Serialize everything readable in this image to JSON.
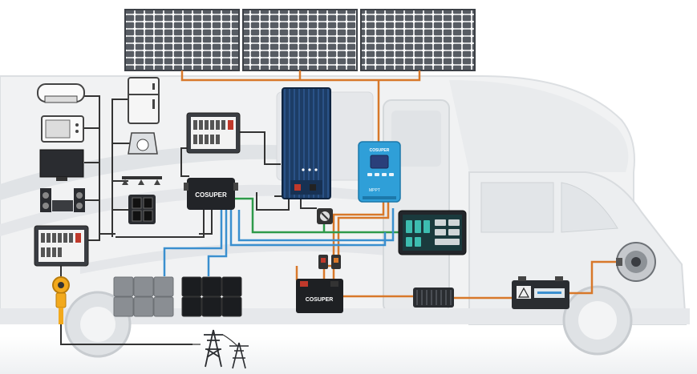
{
  "diagram": {
    "brand_inverter_hub": "COSUPER",
    "brand_battery": "COSUPER",
    "brand_controller": "COSUPER",
    "controller_caption": "MPPT",
    "colors": {
      "solar_wire": "#d8782a",
      "ac_wire": "#333333",
      "dc_green": "#2e9a4a",
      "dc_blue": "#3a8fcf",
      "controller_body": "#2f9fd8",
      "inverter_body": "#1d3d66",
      "panel_cell": "#555a61"
    },
    "icons": [
      "solar-panel-icon",
      "air-conditioner-icon",
      "refrigerator-icon",
      "microwave-icon",
      "range-hood-icon",
      "television-icon",
      "ceiling-lights-icon",
      "speaker-system-icon",
      "wall-outlets-icon",
      "ac-distribution-panel-icon",
      "inverter-icon",
      "mppt-charge-controller-icon",
      "transfer-switch-icon",
      "battery-monitor-display-icon",
      "circuit-breaker-icon",
      "fuse-icon",
      "lithium-battery-bank-icon",
      "lead-acid-battery-bank-icon",
      "dc-dc-charger-icon",
      "starter-battery-icon",
      "alternator-icon",
      "shore-power-plug-icon",
      "power-grid-tower-icon"
    ]
  }
}
